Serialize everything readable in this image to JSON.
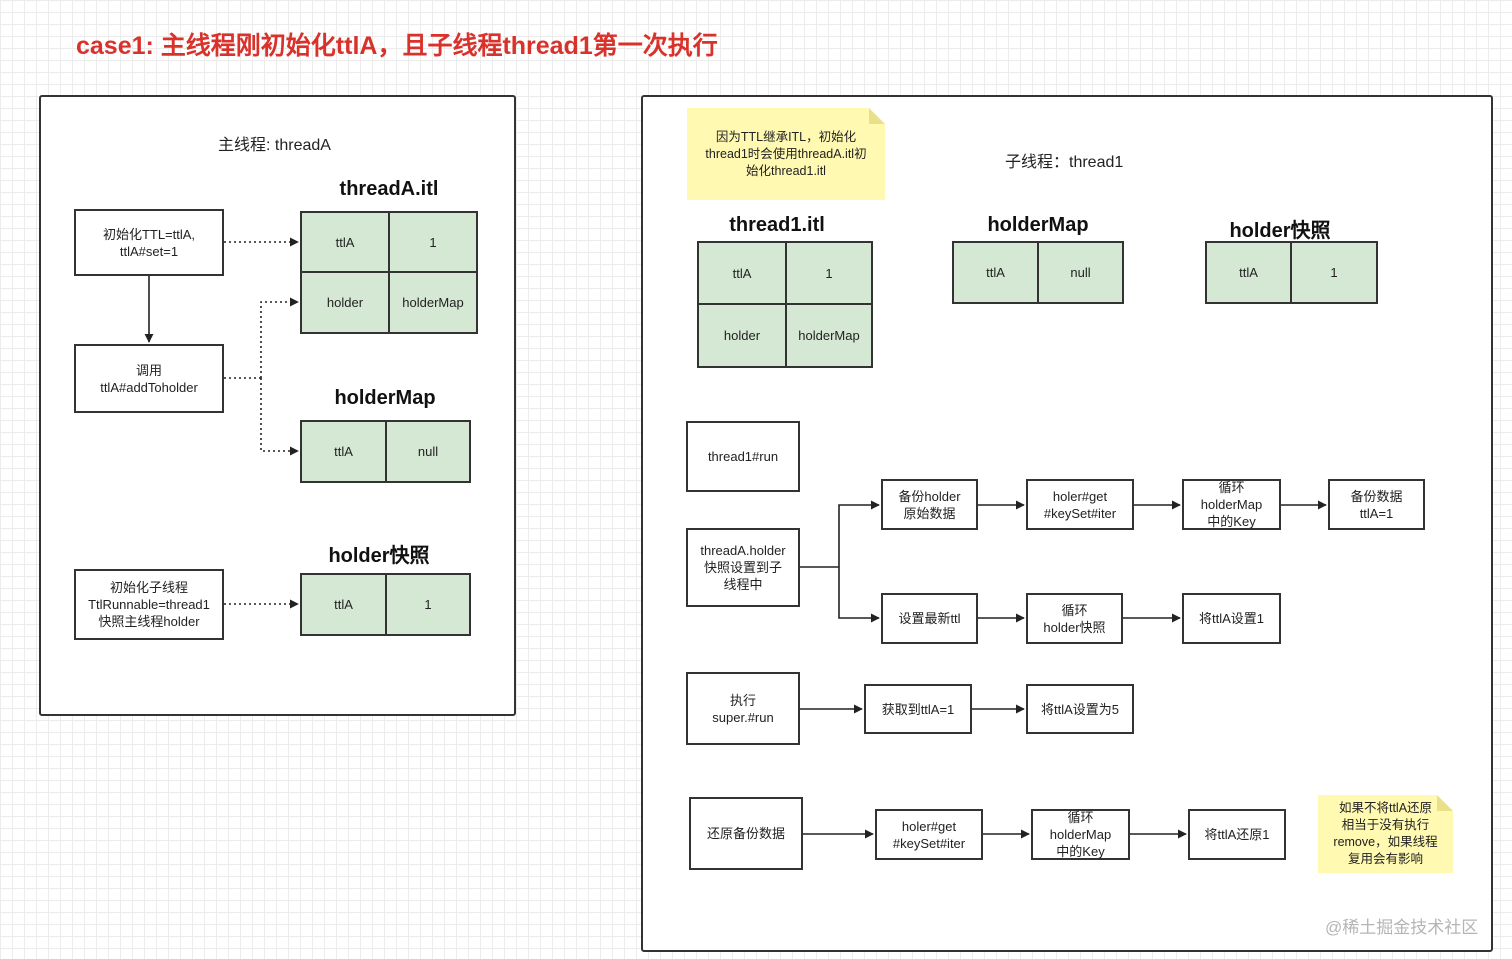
{
  "title": "case1: 主线程刚初始化ttlA，且子线程thread1第一次执行",
  "left_panel": {
    "title": "主线程: threadA",
    "boxes": {
      "init_ttl": "初始化TTL=ttlA,\nttlA#set=1",
      "call_add": "调用\nttlA#addToholder",
      "init_child": "初始化子线程\nTtlRunnable=thread1\n快照主线程holder"
    },
    "tables": {
      "itl": {
        "label": "threadA.itl",
        "cells": [
          "ttlA",
          "1",
          "holder",
          "holderMap"
        ]
      },
      "holdermap": {
        "label": "holderMap",
        "cells": [
          "ttlA",
          "null"
        ]
      },
      "snapshot": {
        "label": "holder快照",
        "cells": [
          "ttlA",
          "1"
        ]
      }
    }
  },
  "right_panel": {
    "title": "子线程：thread1",
    "note": "因为TTL继承ITL，初始化\nthread1时会使用threadA.itl初\n始化thread1.itl",
    "note2": "如果不将ttlA还原\n相当于没有执行\nremove，如果线程\n复用会有影响",
    "tables": {
      "itl": {
        "label": "thread1.itl",
        "cells": [
          "ttlA",
          "1",
          "holder",
          "holderMap"
        ]
      },
      "holdermap": {
        "label": "holderMap",
        "cells": [
          "ttlA",
          "null"
        ]
      },
      "snapshot": {
        "label": "holder快照",
        "cells": [
          "ttlA",
          "1"
        ]
      }
    },
    "boxes": {
      "run": "thread1#run",
      "set_snapshot": "threadA.holder\n快照设置到子\n线程中",
      "backup_orig": "备份holder\n原始数据",
      "get_keyset_1": "holer#get\n#keySet#iter",
      "loop_keys_1": "循环\nholderMap\n中的Key",
      "backup_data": "备份数据\nttlA=1",
      "set_latest": "设置最新ttl",
      "loop_snapshot": "循环\nholder快照",
      "set_ttla_1": "将ttlA设置1",
      "exec_super": "执行\nsuper.#run",
      "get_ttla": "获取到ttlA=1",
      "set_ttla_5": "将ttlA设置为5",
      "restore": "还原备份数据",
      "get_keyset_2": "holer#get\n#keySet#iter",
      "loop_keys_2": "循环\nholderMap\n中的Key",
      "restore_ttla": "将ttlA还原1"
    }
  },
  "watermark": "@稀土掘金技术社区"
}
